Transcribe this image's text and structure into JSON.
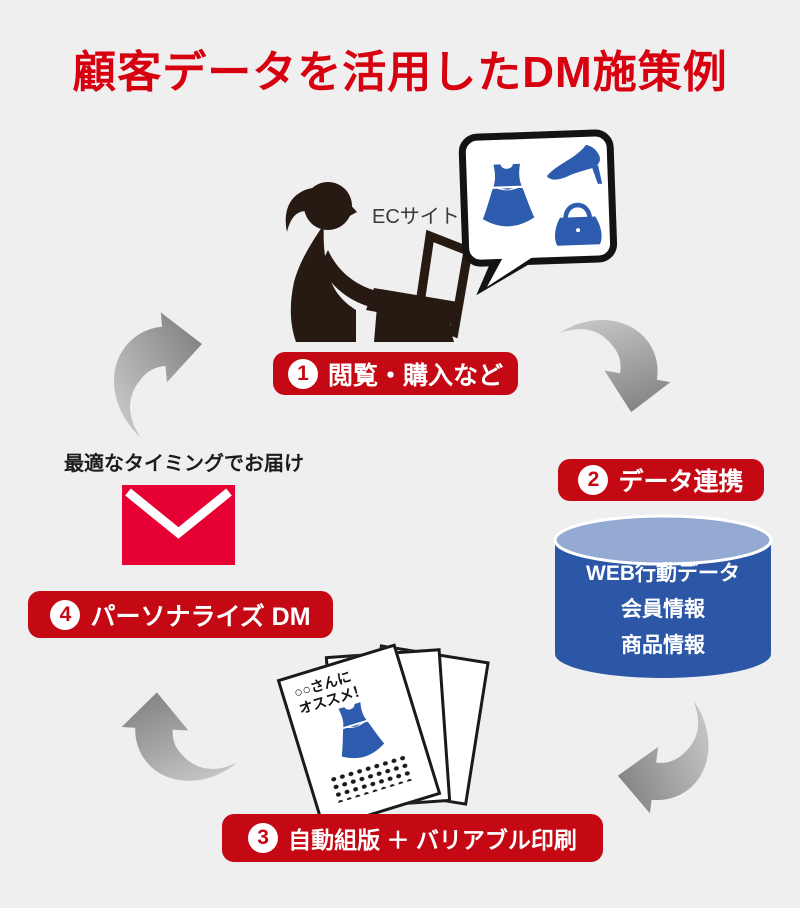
{
  "title": "顧客データを活用したDM施策例",
  "scene": {
    "ec_site_label": "ECサイト",
    "bubble_icons": [
      "dress-icon",
      "high-heel-icon",
      "handbag-icon"
    ]
  },
  "steps": [
    {
      "number": "1",
      "label": "閲覧・購入など"
    },
    {
      "number": "2",
      "label": "データ連携"
    },
    {
      "number": "3",
      "label": "自動組版 ＋ バリアブル印刷"
    },
    {
      "number": "4",
      "label": "パーソナライズ DM"
    }
  ],
  "database": {
    "lines": [
      "WEB行動データ",
      "会員情報",
      "商品情報"
    ]
  },
  "delivery": {
    "note": "最適なタイミングでお届け"
  },
  "dm_sample": {
    "line1": "○○さんに",
    "line2": "オススメ！"
  },
  "colors": {
    "background": "#f0eff0",
    "title_red": "#d7000f",
    "accent_red": "#c50914",
    "envelope_red": "#e60033",
    "item_blue": "#2d5bad",
    "db_body_blue": "#2c57a7",
    "db_top_blue": "#94aad3",
    "silhouette": "#271a13",
    "arrow_gray_light": "#cecece",
    "arrow_gray_dark": "#858585"
  }
}
